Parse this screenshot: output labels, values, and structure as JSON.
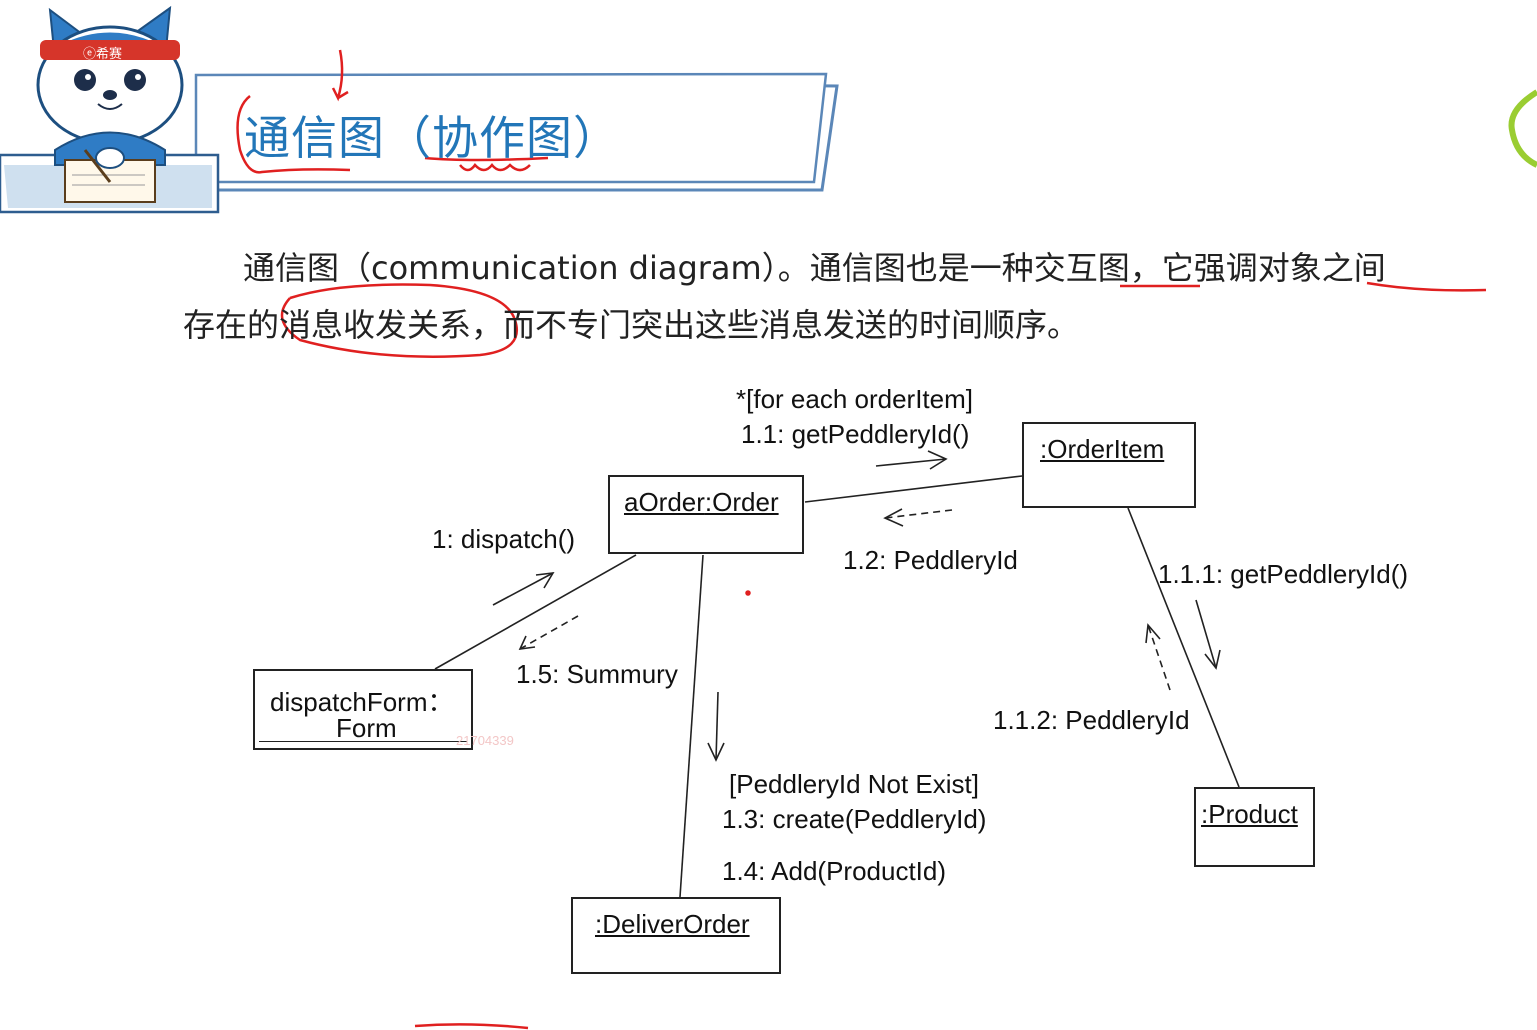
{
  "header": {
    "title": "通信图（协作图）",
    "badge": "ⓔ希赛"
  },
  "paragraph": {
    "line1": "通信图（communication diagram）。通信图也是一种交互图，它强调对象之间",
    "line2": "存在的消息收发关系，而不专门突出这些消息发送的时间顺序。"
  },
  "diagram": {
    "objects": {
      "order": ":Order",
      "order_prefix": "aOrder",
      "order_item": ":OrderItem",
      "product": ":Product",
      "deliver_order": ":DeliverOrder",
      "dispatch_form_line1": "dispatchForm：",
      "dispatch_form_line2": "Form"
    },
    "messages": {
      "guard_for_each": "*[for each orderItem]",
      "m1_1": "1.1: getPeddleryId()",
      "m1_2": "1.2: PeddleryId",
      "m1": "1: dispatch()",
      "m1_5": "1.5: Summury",
      "m1_1_1": "1.1.1: getPeddleryId()",
      "m1_1_2": "1.1.2: PeddleryId",
      "guard_not_exist": "[PeddleryId Not Exist]",
      "m1_3": "1.3: create(PeddleryId)",
      "m1_4": "1.4: Add(ProductId)"
    },
    "watermark": "21704339"
  },
  "colors": {
    "title_blue": "#2276b8",
    "banner_border": "#5b87b8",
    "annotation_red": "#e02020",
    "line": "#222222",
    "side_circle": "#9acd32"
  }
}
